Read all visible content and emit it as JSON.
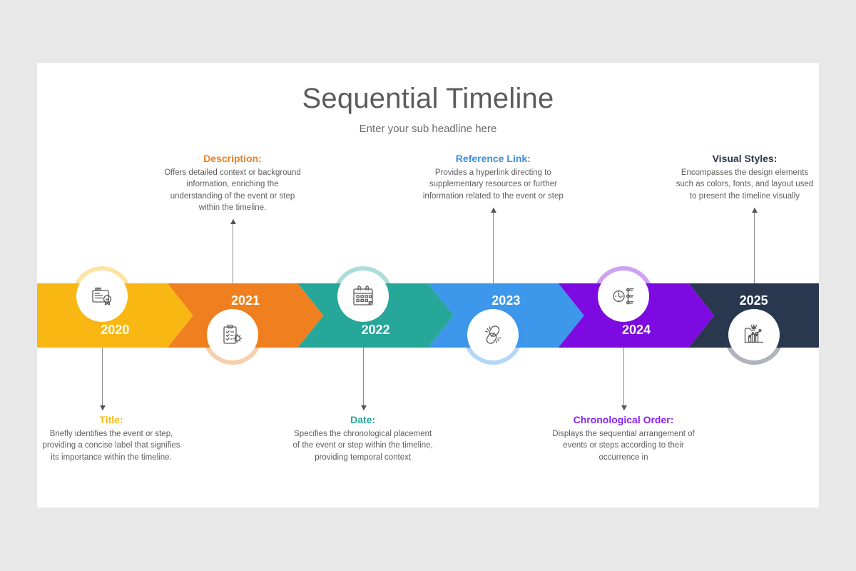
{
  "page": {
    "background_color": "#e8e8e9",
    "card_color": "#ffffff"
  },
  "header": {
    "title": "Sequential Timeline",
    "subtitle": "Enter your sub headline here"
  },
  "timeline": {
    "steps": [
      {
        "year": "2020",
        "color": "#f9b713",
        "icon": "certificate-award-icon",
        "year_position": "bottom",
        "node_position": "top",
        "label_position": "bottom",
        "heading": "Title:",
        "heading_color": "#f9b713",
        "body": "Briefly identifies the event or step, providing a concise label that signifies its importance within the timeline."
      },
      {
        "year": "2021",
        "color": "#ef7f1f",
        "icon": "clipboard-gear-icon",
        "year_position": "top",
        "node_position": "bottom",
        "label_position": "top",
        "heading": "Description:",
        "heading_color": "#ef7f1f",
        "body": "Offers detailed context or background information, enriching the understanding of the event or step within the timeline."
      },
      {
        "year": "2022",
        "color": "#27a69a",
        "icon": "calendar-icon",
        "year_position": "bottom",
        "node_position": "top",
        "label_position": "bottom",
        "heading": "Date:",
        "heading_color": "#27a69a",
        "body": "Specifies the chronological placement of the event or step within the timeline, providing temporal context"
      },
      {
        "year": "2023",
        "color": "#3d97ea",
        "icon": "chain-link-icon",
        "year_position": "top",
        "node_position": "bottom",
        "label_position": "top",
        "heading": "Reference Link:",
        "heading_color": "#3d8de0",
        "body": "Provides a hyperlink directing to supplementary resources or further information related to the event or step"
      },
      {
        "year": "2024",
        "color": "#7d0ae0",
        "icon": "clock-timeline-icon",
        "year_position": "bottom",
        "node_position": "top",
        "label_position": "bottom",
        "heading": "Chronological Order:",
        "heading_color": "#8a1ff0",
        "body": "Displays the sequential arrangement of events or steps according to their occurrence in"
      },
      {
        "year": "2025",
        "color": "#29374f",
        "icon": "visual-analytics-icon",
        "year_position": "top",
        "node_position": "bottom",
        "label_position": "top",
        "heading": "Visual Styles:",
        "heading_color": "#29374f",
        "body": "Encompasses the design elements such as colors, fonts, and layout used to present the timeline visually"
      }
    ]
  }
}
